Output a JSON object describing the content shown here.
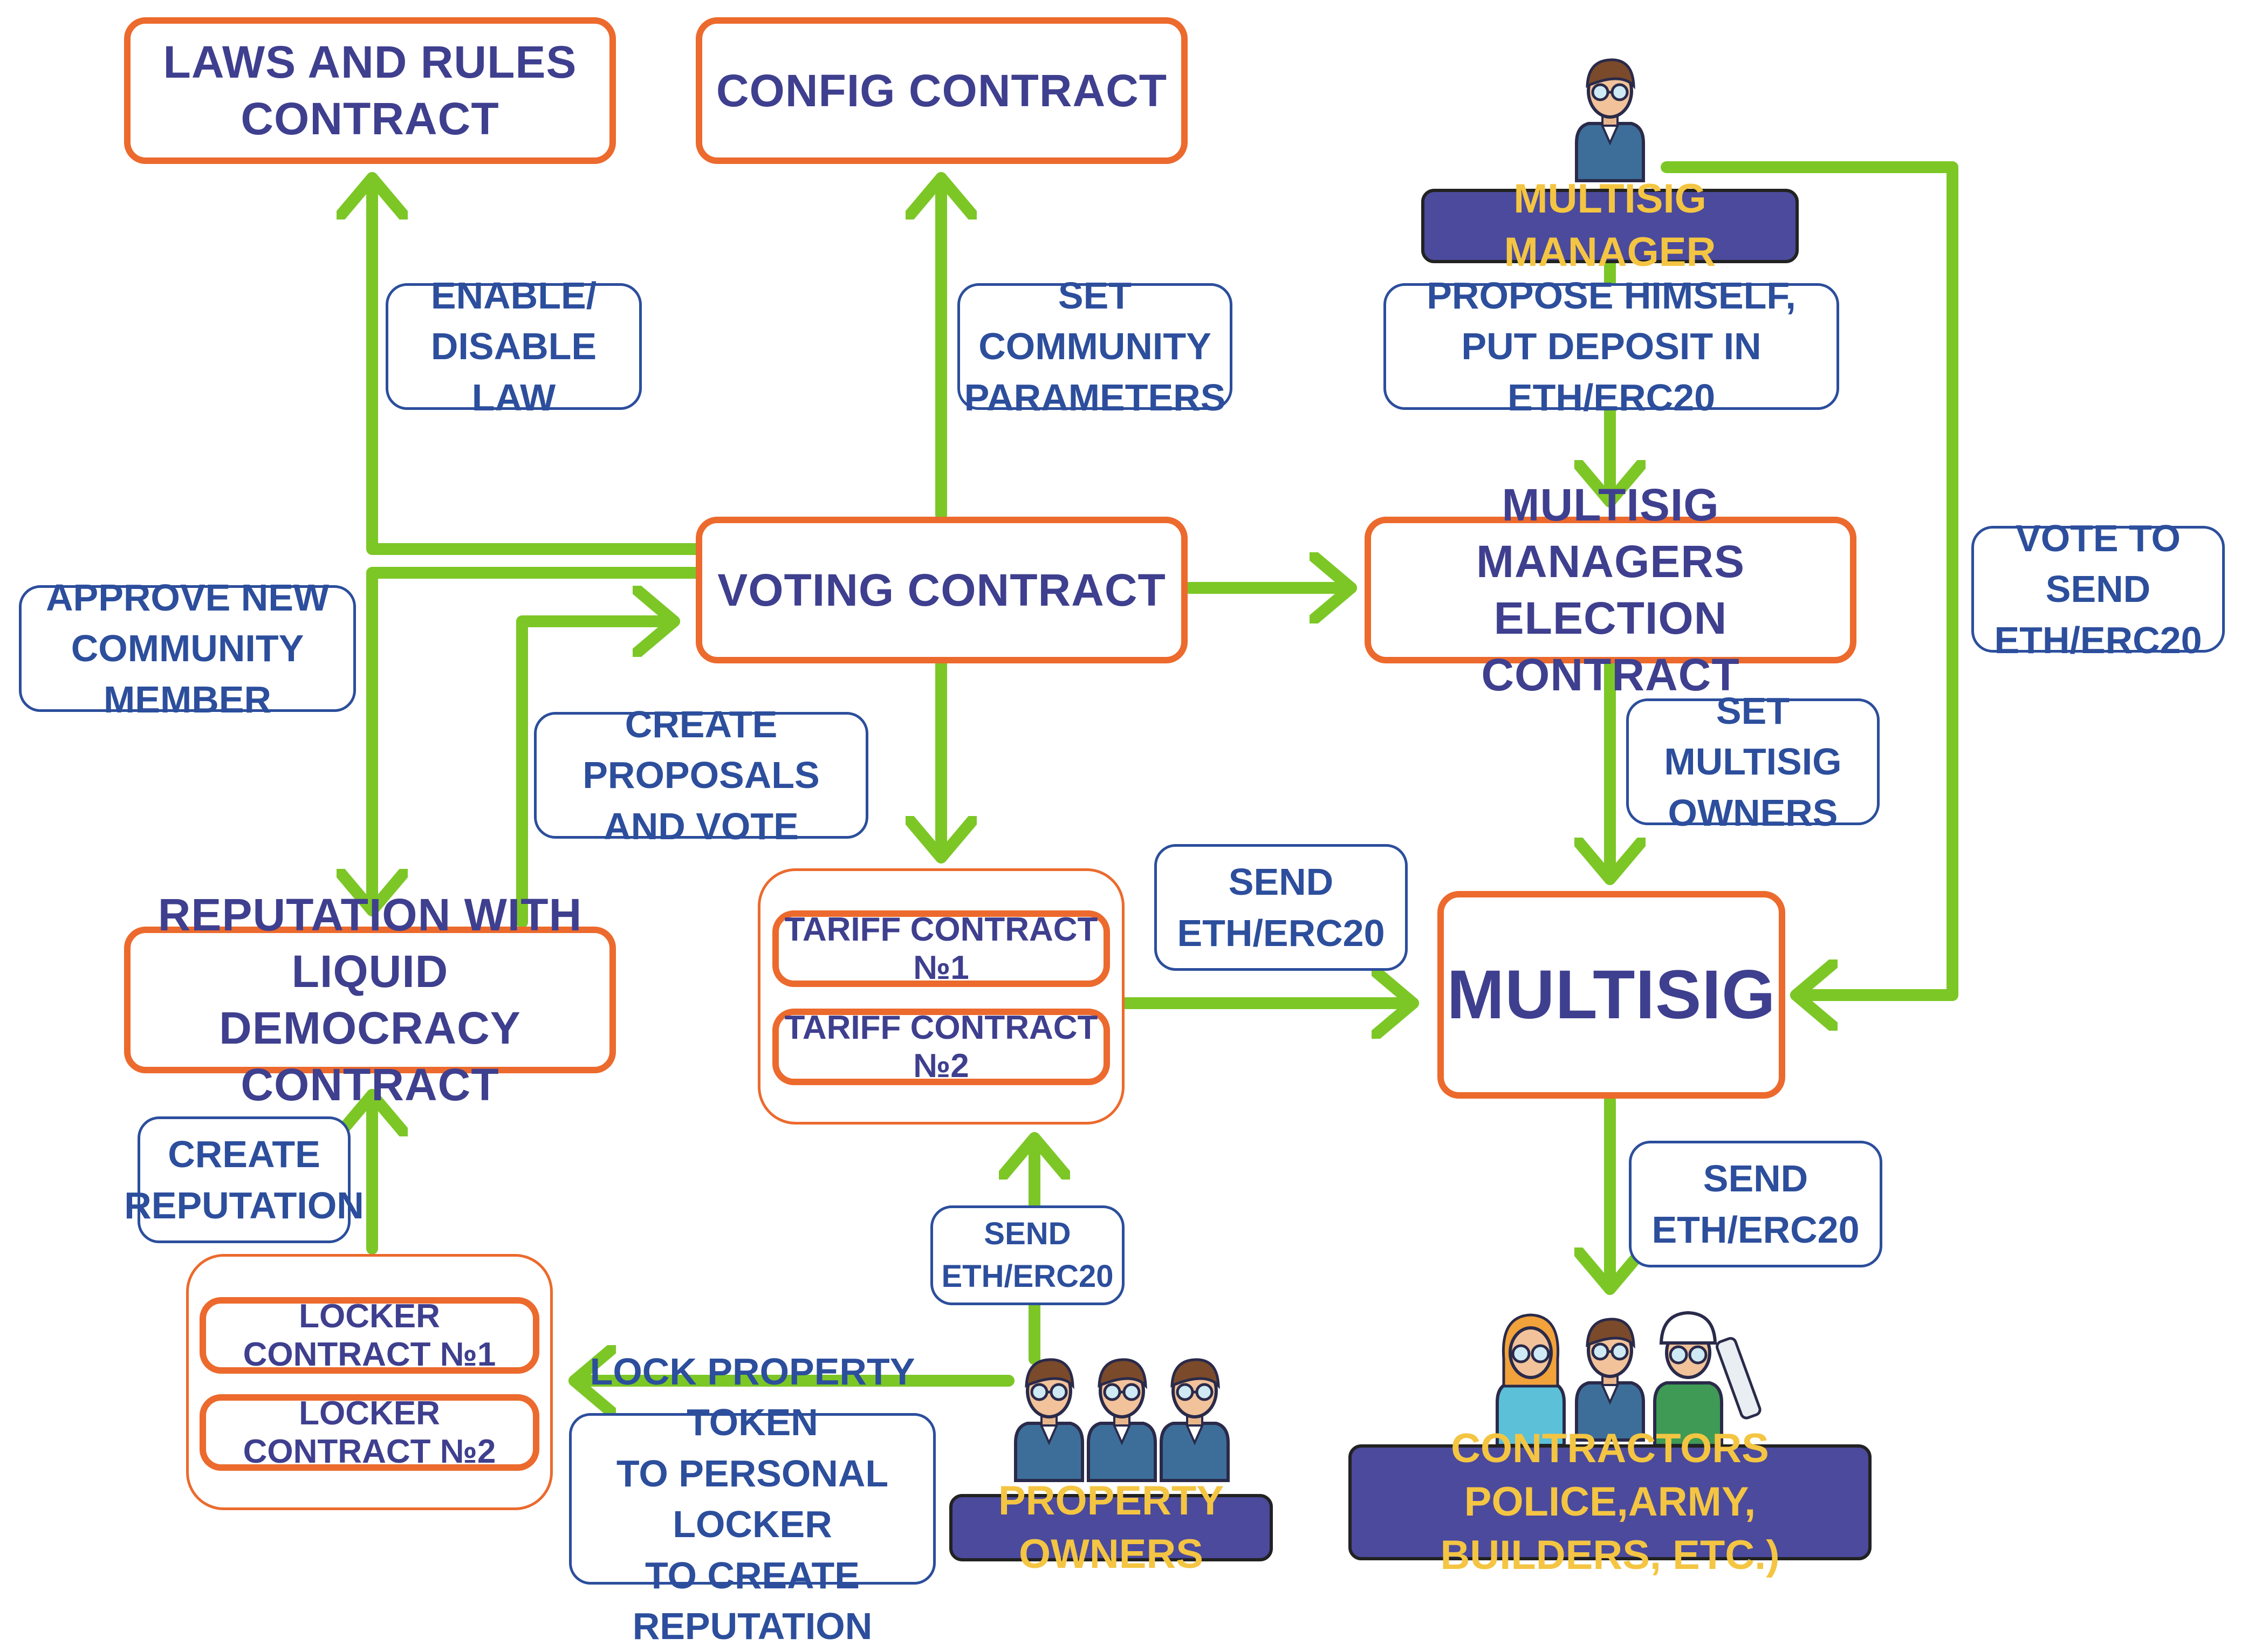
{
  "colors": {
    "arrow": "#7cc726",
    "contract_border": "#ec6a2d",
    "contract_text": "#3f3f8f",
    "label_text": "#2c4e9c",
    "banner_bg": "#4b4a9c",
    "banner_text": "#f4c542"
  },
  "nodes": {
    "laws": "LAWS AND RULES CONTRACT",
    "config": "CONFIG CONTRACT",
    "voting": "VOTING CONTRACT",
    "election": {
      "line1": "MULTISIG MANAGERS",
      "line2": "ELECTION CONTRACT"
    },
    "reputation": {
      "line1": "REPUTATION WITH LIQUID",
      "line2": "DEMOCRACY CONTRACT"
    },
    "multisig": "MULTISIG",
    "tariff1": "TARIFF CONTRACT №1",
    "tariff2": "TARIFF CONTRACT №2",
    "locker1": "LOCKER CONTRACT №1",
    "locker2": "LOCKER CONTRACT №2"
  },
  "actors": {
    "manager": "MULTISIG MANAGER",
    "owners": "PROPERTY OWNERS",
    "contractors": {
      "line1": "CONTRACTORS",
      "line2": "POLICE,ARMY, BUILDERS, ETC.)"
    }
  },
  "labels": {
    "enable_law": {
      "line1": "ENABLE/",
      "line2": "DISABLE LAW"
    },
    "set_params": {
      "line1": "SET COMMUNITY",
      "line2": "PARAMETERS"
    },
    "propose": {
      "line1": "PROPOSE HIMSELF,",
      "line2": "PUT DEPOSIT IN ETH/ERC20"
    },
    "vote_send": {
      "line1": "VOTE TO SEND",
      "line2": "ETH/ERC20"
    },
    "approve": {
      "line1": "APPROVE NEW",
      "line2": "COMMUNITY MEMBER"
    },
    "create_proposals": {
      "line1": "CREATE PROPOSALS",
      "line2": "AND VOTE"
    },
    "set_owners": {
      "line1": "SET MULTISIG",
      "line2": "OWNERS"
    },
    "send_tariff": {
      "line1": "SEND",
      "line2": "ETH/ERC20"
    },
    "send_contractors": {
      "line1": "SEND",
      "line2": "ETH/ERC20"
    },
    "create_rep": {
      "line1": "CREATE",
      "line2": "REPUTATION"
    },
    "send_owner": {
      "line1": "SEND",
      "line2": "ETH/ERC20"
    },
    "lock": {
      "line1": "LOCK PROPERTY TOKEN",
      "line2": "TO PERSONAL LOCKER",
      "line3": "TO CREATE REPUTATION"
    }
  },
  "icons": [
    "manager-person-icon",
    "property-owner-person-icon",
    "contractor-woman-icon",
    "contractor-man-icon",
    "contractor-builder-icon"
  ]
}
